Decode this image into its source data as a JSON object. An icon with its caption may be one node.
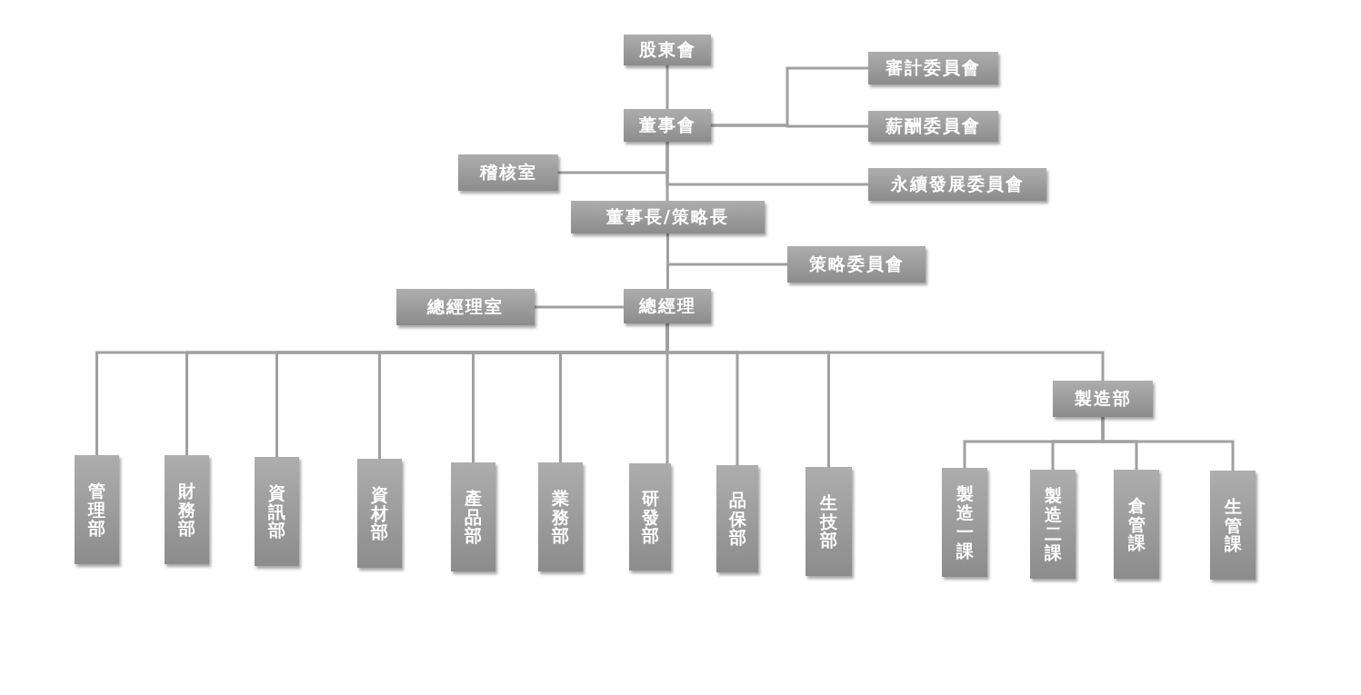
{
  "diagram": {
    "nodes": [
      {
        "text": [
          "股東會"
        ]
      },
      {
        "text": [
          "董事會"
        ]
      },
      {
        "text": [
          "審計委員會"
        ]
      },
      {
        "text": [
          "薪酬委員會"
        ]
      },
      {
        "text": [
          "永續發展委員會"
        ]
      },
      {
        "text": [
          "稽核室"
        ]
      },
      {
        "text": [
          "董事長/策略長"
        ]
      },
      {
        "text": [
          "策略委員會"
        ]
      },
      {
        "text": [
          "總經理室"
        ]
      },
      {
        "text": [
          "總經理"
        ]
      },
      {
        "text": [
          "管理部"
        ]
      },
      {
        "text": [
          "財務部"
        ]
      },
      {
        "text": [
          "資訊部"
        ]
      },
      {
        "text": [
          "資材部"
        ]
      },
      {
        "text": [
          "產品部"
        ]
      },
      {
        "text": [
          "業務部"
        ]
      },
      {
        "text": [
          "研發部"
        ]
      },
      {
        "text": [
          "品保部"
        ]
      },
      {
        "text": [
          "生技部"
        ]
      },
      {
        "text": [
          "製造部"
        ]
      },
      {
        "text": [
          "製造一課"
        ]
      },
      {
        "text": [
          "製造二課"
        ]
      },
      {
        "text": [
          "倉管課"
        ]
      },
      {
        "text": [
          "生管課"
        ]
      }
    ],
    "edges": [
      {
        "from": 0,
        "to": 1,
        "arrow": "none"
      },
      {
        "from": 1,
        "to": 2,
        "arrow": "none"
      },
      {
        "from": 1,
        "to": 3,
        "arrow": "none"
      },
      {
        "from": 1,
        "to": 4,
        "arrow": "none"
      },
      {
        "from": 1,
        "to": 5,
        "arrow": "none"
      },
      {
        "from": 1,
        "to": 6,
        "arrow": "none"
      },
      {
        "from": 6,
        "to": 7,
        "arrow": "none"
      },
      {
        "from": 6,
        "to": 9,
        "arrow": "none"
      },
      {
        "from": 9,
        "to": 8,
        "arrow": "none"
      },
      {
        "from": 9,
        "to": 10,
        "arrow": "none"
      },
      {
        "from": 9,
        "to": 11,
        "arrow": "none"
      },
      {
        "from": 9,
        "to": 12,
        "arrow": "none"
      },
      {
        "from": 9,
        "to": 13,
        "arrow": "none"
      },
      {
        "from": 9,
        "to": 14,
        "arrow": "none"
      },
      {
        "from": 9,
        "to": 15,
        "arrow": "none"
      },
      {
        "from": 9,
        "to": 16,
        "arrow": "none"
      },
      {
        "from": 9,
        "to": 17,
        "arrow": "none"
      },
      {
        "from": 9,
        "to": 18,
        "arrow": "none"
      },
      {
        "from": 9,
        "to": 19,
        "arrow": "none"
      },
      {
        "from": 19,
        "to": 20,
        "arrow": "none"
      },
      {
        "from": 19,
        "to": 21,
        "arrow": "none"
      },
      {
        "from": 19,
        "to": 22,
        "arrow": "none"
      },
      {
        "from": 19,
        "to": 23,
        "arrow": "none"
      }
    ]
  }
}
